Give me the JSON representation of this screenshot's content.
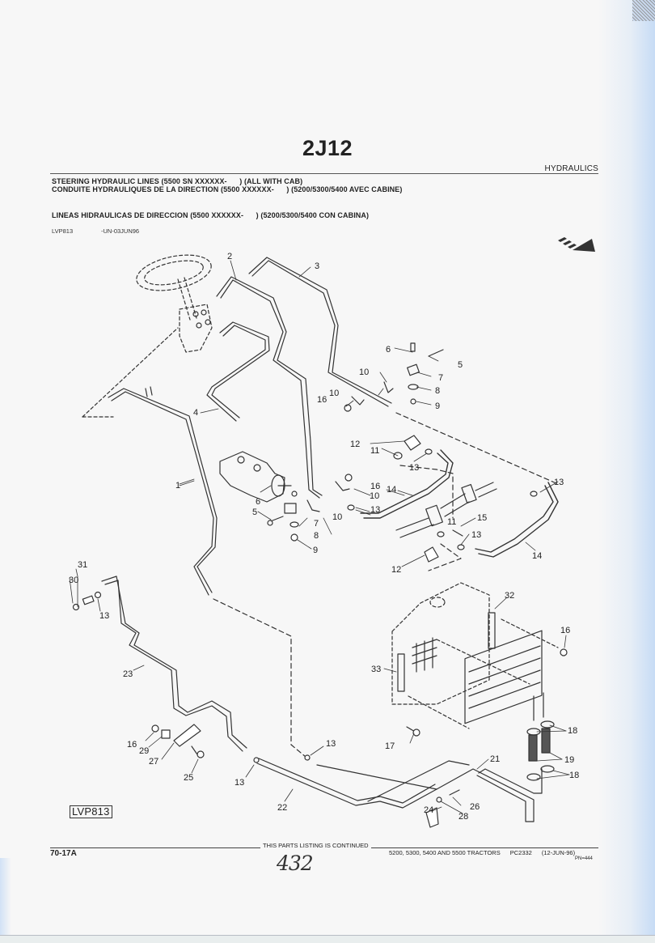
{
  "header": {
    "page_code": "2J12",
    "section": "HYDRAULICS",
    "title_en": "STEERING HYDRAULIC LINES (5500 SN XXXXXX-      ) (ALL WITH CAB)",
    "title_fr": "CONDUITE HYDRAULIQUES DE LA DIRECTION (5500 XXXXXX-      ) (5200/5300/5400 AVEC CABINE)",
    "title_es": "LINEAS HIDRAULICAS DE DIRECCION (5500 XXXXXX-      ) (5200/5300/5400 CON CABINA)",
    "illustration_ref": "LVP813",
    "illustration_date": "-UN-03JUN96",
    "direction_icon": "front-arrow-icon"
  },
  "diagram": {
    "box_label": "LVP813",
    "callouts": [
      {
        "id": "c1",
        "text": "1"
      },
      {
        "id": "c2",
        "text": "2"
      },
      {
        "id": "c3",
        "text": "3"
      },
      {
        "id": "c4",
        "text": "4"
      },
      {
        "id": "c5a",
        "text": "5"
      },
      {
        "id": "c5b",
        "text": "5"
      },
      {
        "id": "c6a",
        "text": "6"
      },
      {
        "id": "c6b",
        "text": "6"
      },
      {
        "id": "c7a",
        "text": "7"
      },
      {
        "id": "c7b",
        "text": "7"
      },
      {
        "id": "c8a",
        "text": "8"
      },
      {
        "id": "c8b",
        "text": "8"
      },
      {
        "id": "c9a",
        "text": "9"
      },
      {
        "id": "c9b",
        "text": "9"
      },
      {
        "id": "c10a",
        "text": "10"
      },
      {
        "id": "c10b",
        "text": "10"
      },
      {
        "id": "c10c",
        "text": "10"
      },
      {
        "id": "c10d",
        "text": "10"
      },
      {
        "id": "c11a",
        "text": "11"
      },
      {
        "id": "c11b",
        "text": "11"
      },
      {
        "id": "c12a",
        "text": "12"
      },
      {
        "id": "c12b",
        "text": "12"
      },
      {
        "id": "c13a",
        "text": "13"
      },
      {
        "id": "c13b",
        "text": "13"
      },
      {
        "id": "c13c",
        "text": "13"
      },
      {
        "id": "c13d",
        "text": "13"
      },
      {
        "id": "c13e",
        "text": "13"
      },
      {
        "id": "c13f",
        "text": "13"
      },
      {
        "id": "c13g",
        "text": "13"
      },
      {
        "id": "c13h",
        "text": "13"
      },
      {
        "id": "c14a",
        "text": "14"
      },
      {
        "id": "c14b",
        "text": "14"
      },
      {
        "id": "c15",
        "text": "15"
      },
      {
        "id": "c16a",
        "text": "16"
      },
      {
        "id": "c16b",
        "text": "16"
      },
      {
        "id": "c16c",
        "text": "16"
      },
      {
        "id": "c16d",
        "text": "16"
      },
      {
        "id": "c17",
        "text": "17"
      },
      {
        "id": "c18a",
        "text": "18"
      },
      {
        "id": "c18b",
        "text": "18"
      },
      {
        "id": "c19",
        "text": "19"
      },
      {
        "id": "c21",
        "text": "21"
      },
      {
        "id": "c22",
        "text": "22"
      },
      {
        "id": "c23",
        "text": "23"
      },
      {
        "id": "c24",
        "text": "24"
      },
      {
        "id": "c25",
        "text": "25"
      },
      {
        "id": "c26",
        "text": "26"
      },
      {
        "id": "c27",
        "text": "27"
      },
      {
        "id": "c28",
        "text": "28"
      },
      {
        "id": "c29",
        "text": "29"
      },
      {
        "id": "c30",
        "text": "30"
      },
      {
        "id": "c31",
        "text": "31"
      },
      {
        "id": "c32",
        "text": "32"
      },
      {
        "id": "c33",
        "text": "33"
      }
    ]
  },
  "footer": {
    "page_number": "70-17A",
    "continued": "THIS PARTS LISTING IS CONTINUED",
    "product": "5200, 5300, 5400 AND 5500 TRACTORS",
    "catalog": "PC2332",
    "date": "(12-JUN-96)",
    "pn": "PN=444",
    "handwritten_number": "432"
  }
}
